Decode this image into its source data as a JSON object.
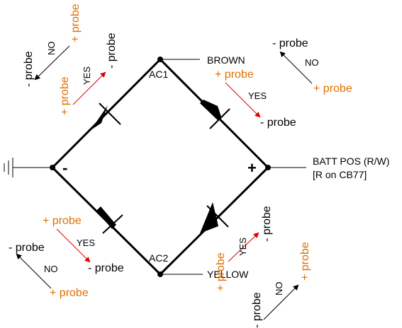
{
  "colors": {
    "wire": "#000000",
    "positive_probe": "#e07000",
    "negative_probe": "#000000",
    "yes_arrow": "#e00000",
    "no_arrow": "#000000"
  },
  "nodes": {
    "ac1": "AC1",
    "ac2": "AC2",
    "minus": "-",
    "plus": "+"
  },
  "wires": {
    "brown": "BROWN",
    "yellow": "YELLOW",
    "batt_line1": "BATT POS (R/W)",
    "batt_line2": "[R on CB77]"
  },
  "probes": {
    "neg": "- probe",
    "pos": "+ probe",
    "yes": "YES",
    "no": "NO"
  }
}
